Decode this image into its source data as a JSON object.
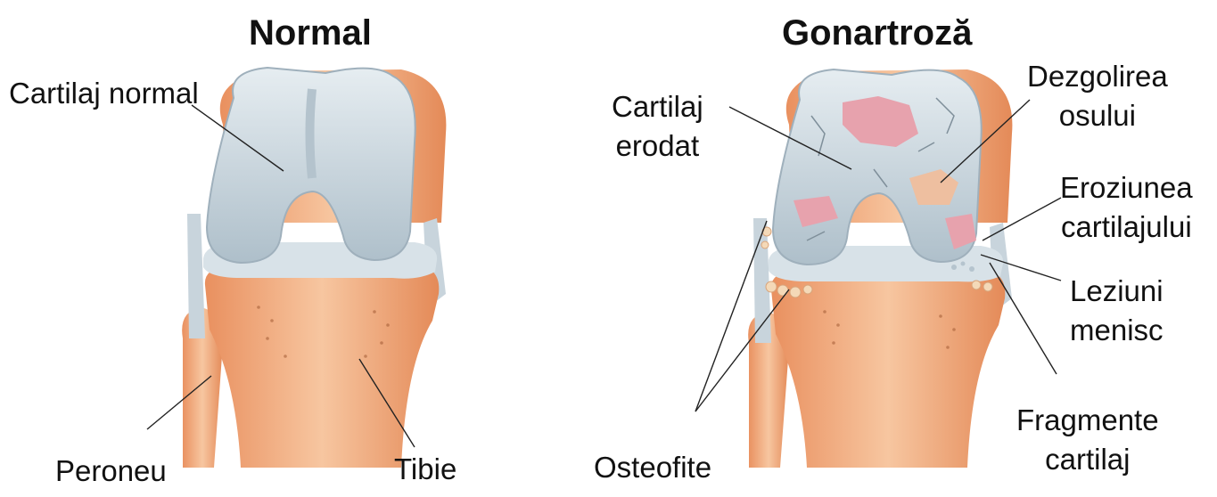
{
  "titles": {
    "normal": "Normal",
    "gonartroza": "Gonartroză"
  },
  "labels": {
    "cartilaj_normal": "Cartilaj normal",
    "peroneu": "Peroneu",
    "tibie": "Tibie",
    "cartilaj_erodat": [
      "Cartilaj",
      "erodat"
    ],
    "dezgolirea_osului": [
      "Dezgolirea",
      "osului"
    ],
    "eroziunea_cartilajului": [
      "Eroziunea",
      "cartilajului"
    ],
    "leziuni_menisc": [
      "Leziuni",
      "menisc"
    ],
    "fragmente_cartilaj": [
      "Fragmente",
      "cartilaj"
    ],
    "osteofite": "Osteofite"
  },
  "colors": {
    "bone": "#f2a878",
    "bone_light": "#f7c9a4",
    "cartilage": "#c9d6de",
    "cartilage_light": "#e3ebf0",
    "erosion": "#e89aa6",
    "line": "#222222"
  }
}
